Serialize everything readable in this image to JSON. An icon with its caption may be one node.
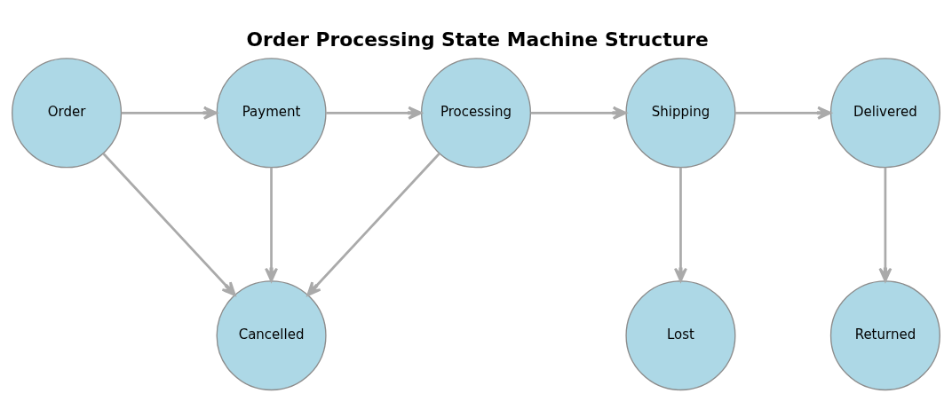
{
  "diagram": {
    "title": "Order Processing State Machine Structure",
    "nodes": [
      {
        "text": [
          "Order"
        ]
      },
      {
        "text": [
          "Payment"
        ]
      },
      {
        "text": [
          "Processing"
        ]
      },
      {
        "text": [
          "Shipping"
        ]
      },
      {
        "text": [
          "Delivered"
        ]
      },
      {
        "text": [
          "Cancelled"
        ]
      },
      {
        "text": [
          "Lost"
        ]
      },
      {
        "text": [
          "Returned"
        ]
      }
    ],
    "edges": [
      {
        "from": 0,
        "to": 1,
        "arrow": "to"
      },
      {
        "from": 1,
        "to": 2,
        "arrow": "to"
      },
      {
        "from": 2,
        "to": 3,
        "arrow": "to"
      },
      {
        "from": 3,
        "to": 4,
        "arrow": "to"
      },
      {
        "from": 0,
        "to": 5,
        "arrow": "to"
      },
      {
        "from": 1,
        "to": 5,
        "arrow": "to"
      },
      {
        "from": 2,
        "to": 5,
        "arrow": "to"
      },
      {
        "from": 3,
        "to": 6,
        "arrow": "to"
      },
      {
        "from": 4,
        "to": 7,
        "arrow": "to"
      }
    ]
  }
}
